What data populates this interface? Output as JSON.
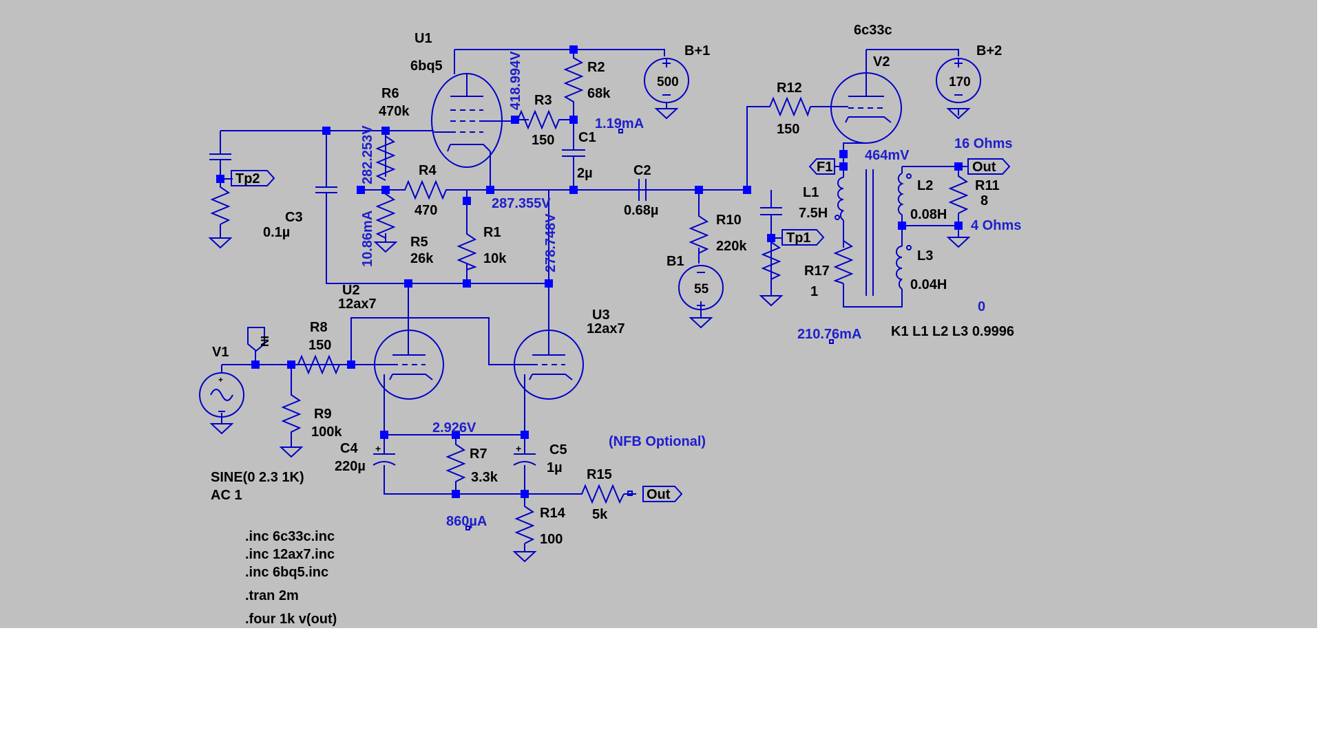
{
  "schematic": {
    "tubes": {
      "u1": {
        "ref": "U1",
        "model": "6bq5"
      },
      "u2": {
        "ref": "U2",
        "model": "12ax7"
      },
      "u3": {
        "ref": "U3",
        "model": "12ax7"
      },
      "v2": {
        "ref": "V2",
        "model": "6c33c"
      }
    },
    "resistors": {
      "r1": {
        "ref": "R1",
        "value": "10k"
      },
      "r2": {
        "ref": "R2",
        "value": "68k"
      },
      "r3": {
        "ref": "R3",
        "value": "150"
      },
      "r4": {
        "ref": "R4",
        "value": "470"
      },
      "r5": {
        "ref": "R5",
        "value": "26k"
      },
      "r6": {
        "ref": "R6",
        "value": "470k"
      },
      "r7": {
        "ref": "R7",
        "value": "3.3k"
      },
      "r8": {
        "ref": "R8",
        "value": "150"
      },
      "r9": {
        "ref": "R9",
        "value": "100k"
      },
      "r10": {
        "ref": "R10",
        "value": "220k"
      },
      "r11": {
        "ref": "R11",
        "value": "8"
      },
      "r12": {
        "ref": "R12",
        "value": "150"
      },
      "r14": {
        "ref": "R14",
        "value": "100"
      },
      "r15": {
        "ref": "R15",
        "value": "5k"
      },
      "r17": {
        "ref": "R17",
        "value": "1"
      }
    },
    "capacitors": {
      "c1": {
        "ref": "C1",
        "value": "2µ"
      },
      "c2": {
        "ref": "C2",
        "value": "0.68µ"
      },
      "c3": {
        "ref": "C3",
        "value": "0.1µ"
      },
      "c4": {
        "ref": "C4",
        "value": "220µ"
      },
      "c5": {
        "ref": "C5",
        "value": "1µ"
      }
    },
    "inductors": {
      "l1": {
        "ref": "L1",
        "value": "7.5H"
      },
      "l2": {
        "ref": "L2",
        "value": "0.08H"
      },
      "l3": {
        "ref": "L3",
        "value": "0.04H"
      }
    },
    "sources": {
      "bp1": {
        "ref": "B+1",
        "value": "500"
      },
      "bp2": {
        "ref": "B+2",
        "value": "170"
      },
      "b1": {
        "ref": "B1",
        "value": "55"
      },
      "v1": {
        "ref": "V1",
        "line1": "SINE(0 2.3 1K)",
        "line2": "AC 1"
      }
    },
    "net_labels": {
      "tp1": "Tp1",
      "tp2": "Tp2",
      "in": "IN",
      "out_main": "Out",
      "out_nfb": "Out",
      "f1": "F1"
    },
    "measurements": {
      "u1_plate_v": "418.994V",
      "u1_grid_v": "282.253V",
      "u1_grid_i": "10.86mA",
      "cathode_v": "287.355V",
      "u3_plate_v": "278.748V",
      "r3_i": "1.19mA",
      "v2_cathode_v": "464mV",
      "v2_i": "210.76mA",
      "u2_cathode_v": "2.926V",
      "r7_i": "860µA"
    },
    "annotations": {
      "ohms16": "16 Ohms",
      "ohms4": "4 Ohms",
      "nfb": "(NFB Optional)",
      "zero": "0",
      "coupling": "K1 L1 L2 L3 0.9996"
    },
    "directives": [
      ".inc 6c33c.inc",
      ".inc 12ax7.inc",
      ".inc 6bq5.inc",
      ".tran 2m",
      ".four 1k v(out)"
    ],
    "colors": {
      "background": "#c0c0c0",
      "wire": "#0000c8",
      "node": "#0000ff",
      "measurement": "#1e1ecc",
      "text": "#000000"
    }
  }
}
